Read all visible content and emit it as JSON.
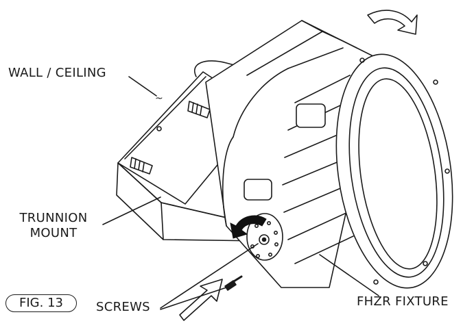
{
  "labels": {
    "wall_ceiling": "WALL / CEILING",
    "trunnion_line1": "TRUNNION",
    "trunnion_line2": "MOUNT",
    "screws": "SCREWS",
    "fixture": "FHZR FIXTURE"
  },
  "figure": "FIG. 13",
  "colors": {
    "line": "#1a1a1a",
    "rotate_arrow": "#111111",
    "background": "#ffffff"
  }
}
